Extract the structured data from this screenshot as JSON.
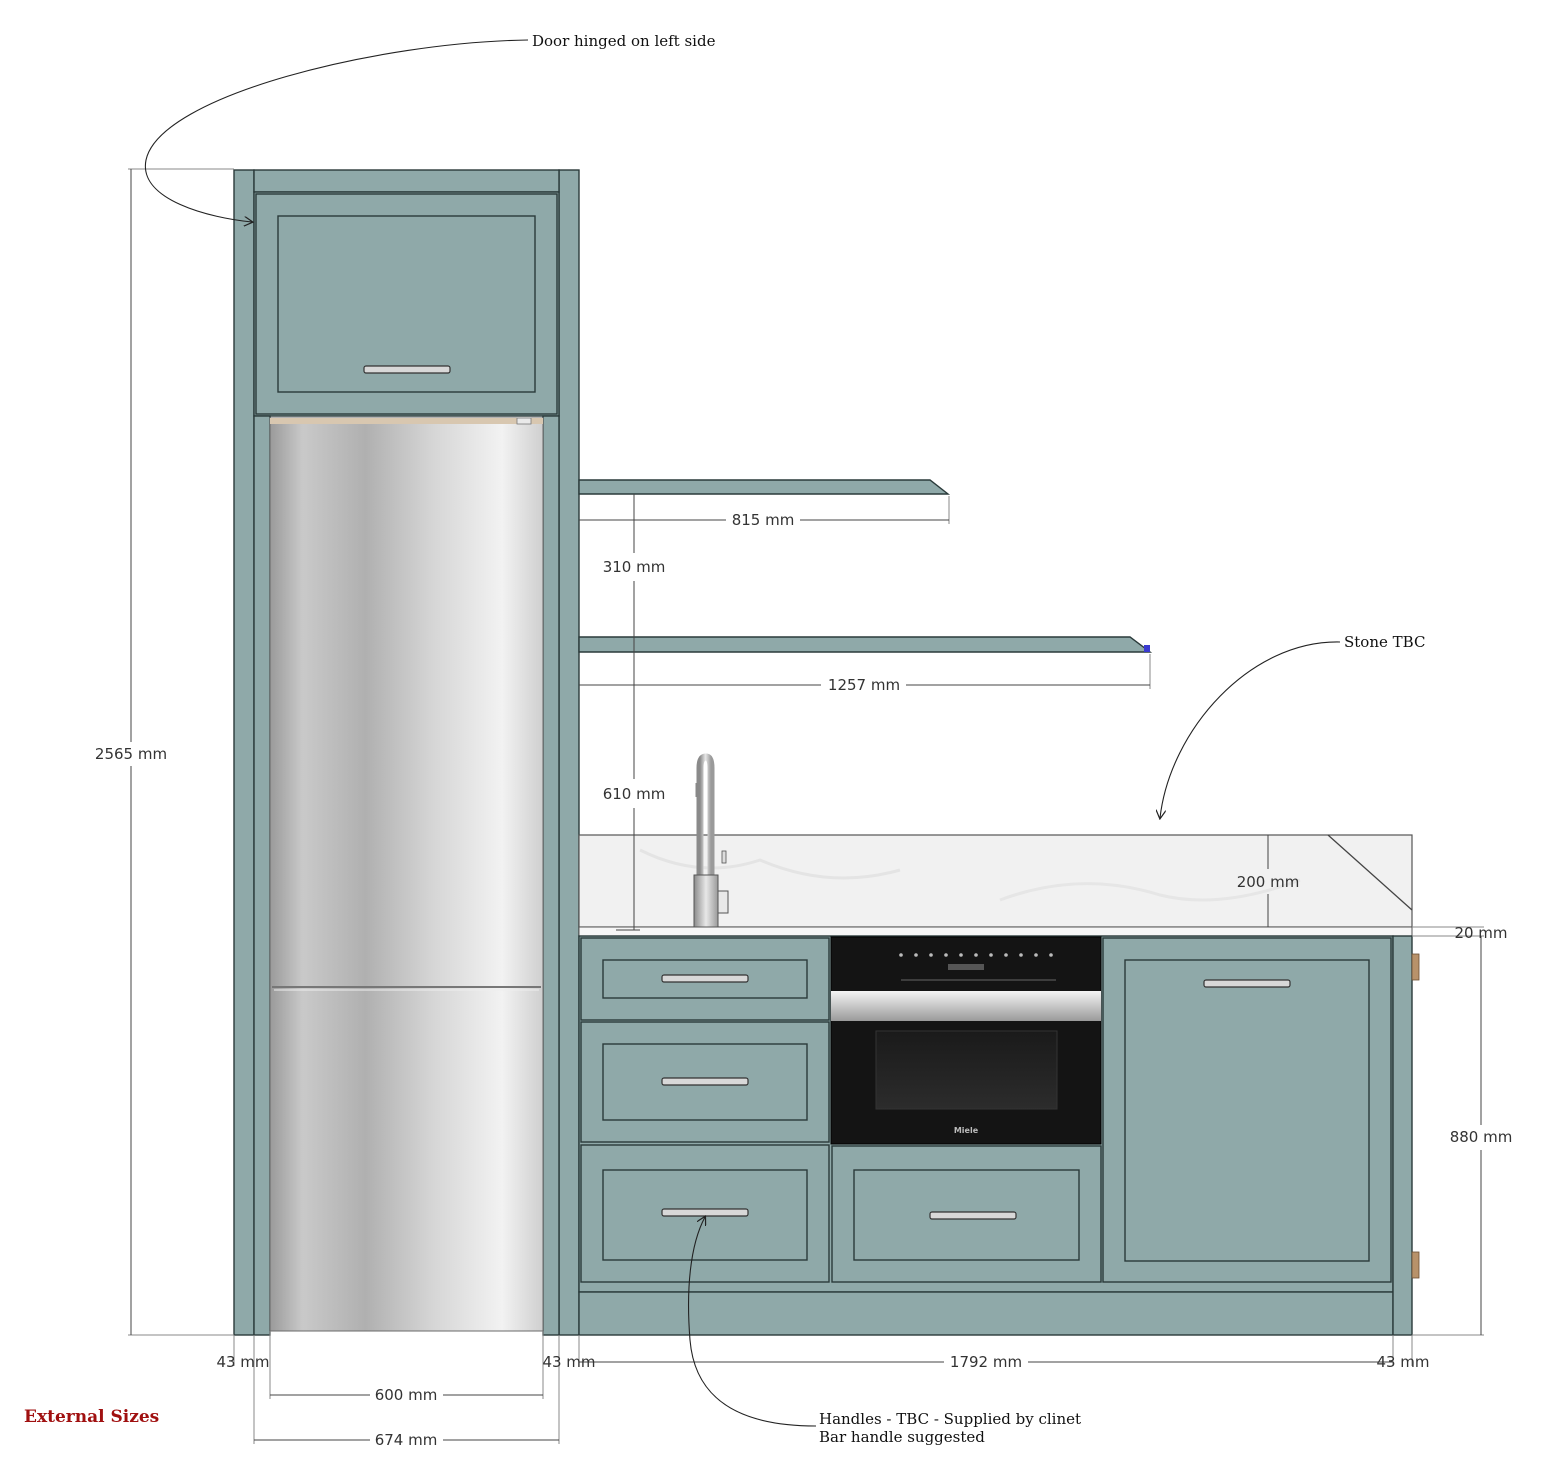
{
  "diagram": {
    "title": "External Sizes",
    "annotations": {
      "door_hinge": "Door hinged on left side",
      "stone": "Stone TBC",
      "handles_line1": "Handles - TBC - Supplied by clinet",
      "handles_line2": "Bar handle suggested"
    },
    "dimensions": {
      "overall_height": "2565 mm",
      "upper_shelf_width": "815 mm",
      "shelf_spacing": "310 mm",
      "lower_shelf_width": "1257 mm",
      "shelf_to_worktop": "610 mm",
      "upstand_height": "200 mm",
      "worktop_thickness": "20 mm",
      "base_height": "880 mm",
      "left_panel": "43 mm",
      "mid_panel": "43 mm",
      "base_run_width": "1792 mm",
      "right_panel": "43 mm",
      "fridge_width": "600 mm",
      "tall_unit_width": "674 mm"
    },
    "appliances": {
      "oven_brand": "Miele"
    },
    "colors": {
      "cabinet": "#8fa9a9",
      "outline": "#2a3a3a",
      "title": "#a01010"
    }
  }
}
